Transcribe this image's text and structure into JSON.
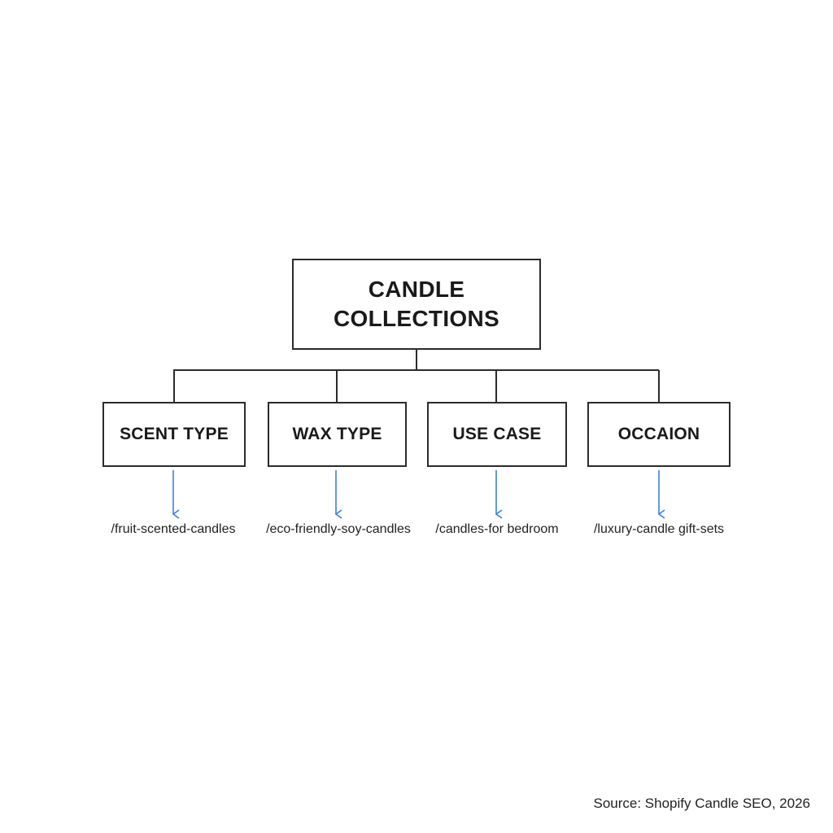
{
  "root": {
    "label": "CANDLE COLLECTIONS"
  },
  "categories": [
    {
      "label": "SCENT TYPE",
      "url": "/fruit-scented-candles"
    },
    {
      "label": "WAX TYPE",
      "url": "/eco-friendly-soy-candles"
    },
    {
      "label": "USE CASE",
      "url": "/candles-for bedroom"
    },
    {
      "label": "OCCAION",
      "url": "/luxury-candle gift-sets"
    }
  ],
  "colors": {
    "border": "#2b2b2b",
    "arrow": "#3b82e0",
    "text": "#1a1a1a"
  },
  "footer": {
    "source": "Source: Shopify Candle SEO, 2026"
  }
}
